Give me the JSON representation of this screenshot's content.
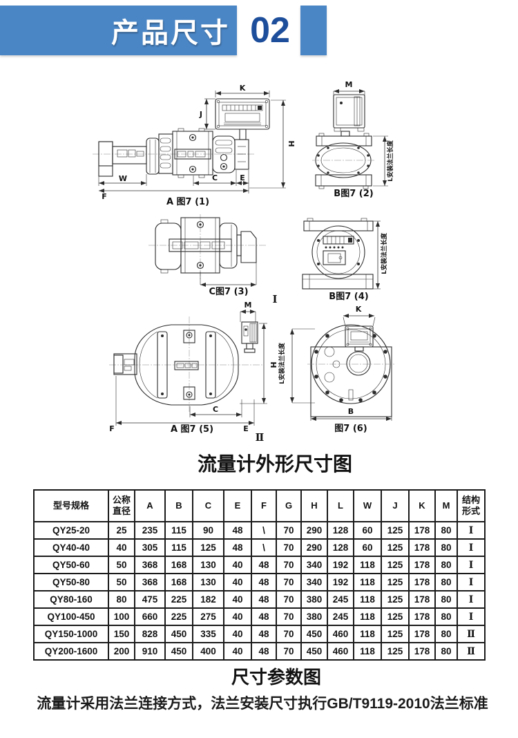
{
  "header": {
    "title": "产品尺寸",
    "section_number": "02"
  },
  "colors": {
    "banner_blue": "#4a86c6",
    "number_blue": "#1d4e9b",
    "line_color": "#2b2b2b"
  },
  "diagram": {
    "title": "流量计外形尺寸图",
    "figures": {
      "fig1": {
        "caption": "A 图7 (1)",
        "dim_k": "K",
        "dim_j": "J",
        "dim_h": "H",
        "dim_w": "W",
        "dim_f": "F",
        "dim_c": "C",
        "dim_e": "E"
      },
      "fig2": {
        "caption": "B图7 (2)",
        "dim_m": "M",
        "dim_l": "L安装法兰长度"
      },
      "fig3": {
        "caption": "C图7 (3)",
        "structure_mark": "Ⅰ"
      },
      "fig4": {
        "caption": "B图7 (4)",
        "dim_l": "L安装法兰长度"
      },
      "fig5": {
        "caption": "A 图7 (5)",
        "dim_m": "M",
        "dim_h": "H",
        "dim_f": "F",
        "dim_c": "C",
        "dim_e": "E",
        "structure_mark": "Ⅱ"
      },
      "fig6": {
        "caption": "图7 (6)",
        "dim_k": "K",
        "dim_b": "B",
        "dim_l": "L安装法兰长度"
      }
    }
  },
  "table": {
    "headers": [
      "型号规格",
      "公称\n直径",
      "A",
      "B",
      "C",
      "E",
      "F",
      "G",
      "H",
      "L",
      "W",
      "J",
      "K",
      "M",
      "结构\n形式"
    ],
    "rows": [
      [
        "QY25-20",
        "25",
        "235",
        "115",
        "90",
        "48",
        "\\",
        "70",
        "290",
        "128",
        "60",
        "125",
        "178",
        "80",
        "Ⅰ"
      ],
      [
        "QY40-40",
        "40",
        "305",
        "115",
        "125",
        "48",
        "\\",
        "70",
        "290",
        "128",
        "60",
        "125",
        "178",
        "80",
        "Ⅰ"
      ],
      [
        "QY50-60",
        "50",
        "368",
        "168",
        "130",
        "40",
        "48",
        "70",
        "340",
        "192",
        "118",
        "125",
        "178",
        "80",
        "Ⅰ"
      ],
      [
        "QY50-80",
        "50",
        "368",
        "168",
        "130",
        "40",
        "48",
        "70",
        "340",
        "192",
        "118",
        "125",
        "178",
        "80",
        "Ⅰ"
      ],
      [
        "QY80-160",
        "80",
        "475",
        "225",
        "182",
        "40",
        "48",
        "70",
        "380",
        "245",
        "118",
        "125",
        "178",
        "80",
        "Ⅰ"
      ],
      [
        "QY100-450",
        "100",
        "660",
        "225",
        "275",
        "40",
        "48",
        "70",
        "380",
        "245",
        "118",
        "125",
        "178",
        "80",
        "Ⅰ"
      ],
      [
        "QY150-1000",
        "150",
        "828",
        "450",
        "335",
        "40",
        "48",
        "70",
        "450",
        "460",
        "118",
        "125",
        "178",
        "80",
        "Ⅱ"
      ],
      [
        "QY200-1600",
        "200",
        "910",
        "450",
        "400",
        "40",
        "48",
        "70",
        "450",
        "460",
        "118",
        "125",
        "178",
        "80",
        "Ⅱ"
      ]
    ]
  },
  "footer": {
    "title": "尺寸参数图",
    "note": "流量计采用法兰连接方式，法兰安装尺寸执行GB/T9119-2010法兰标准"
  }
}
